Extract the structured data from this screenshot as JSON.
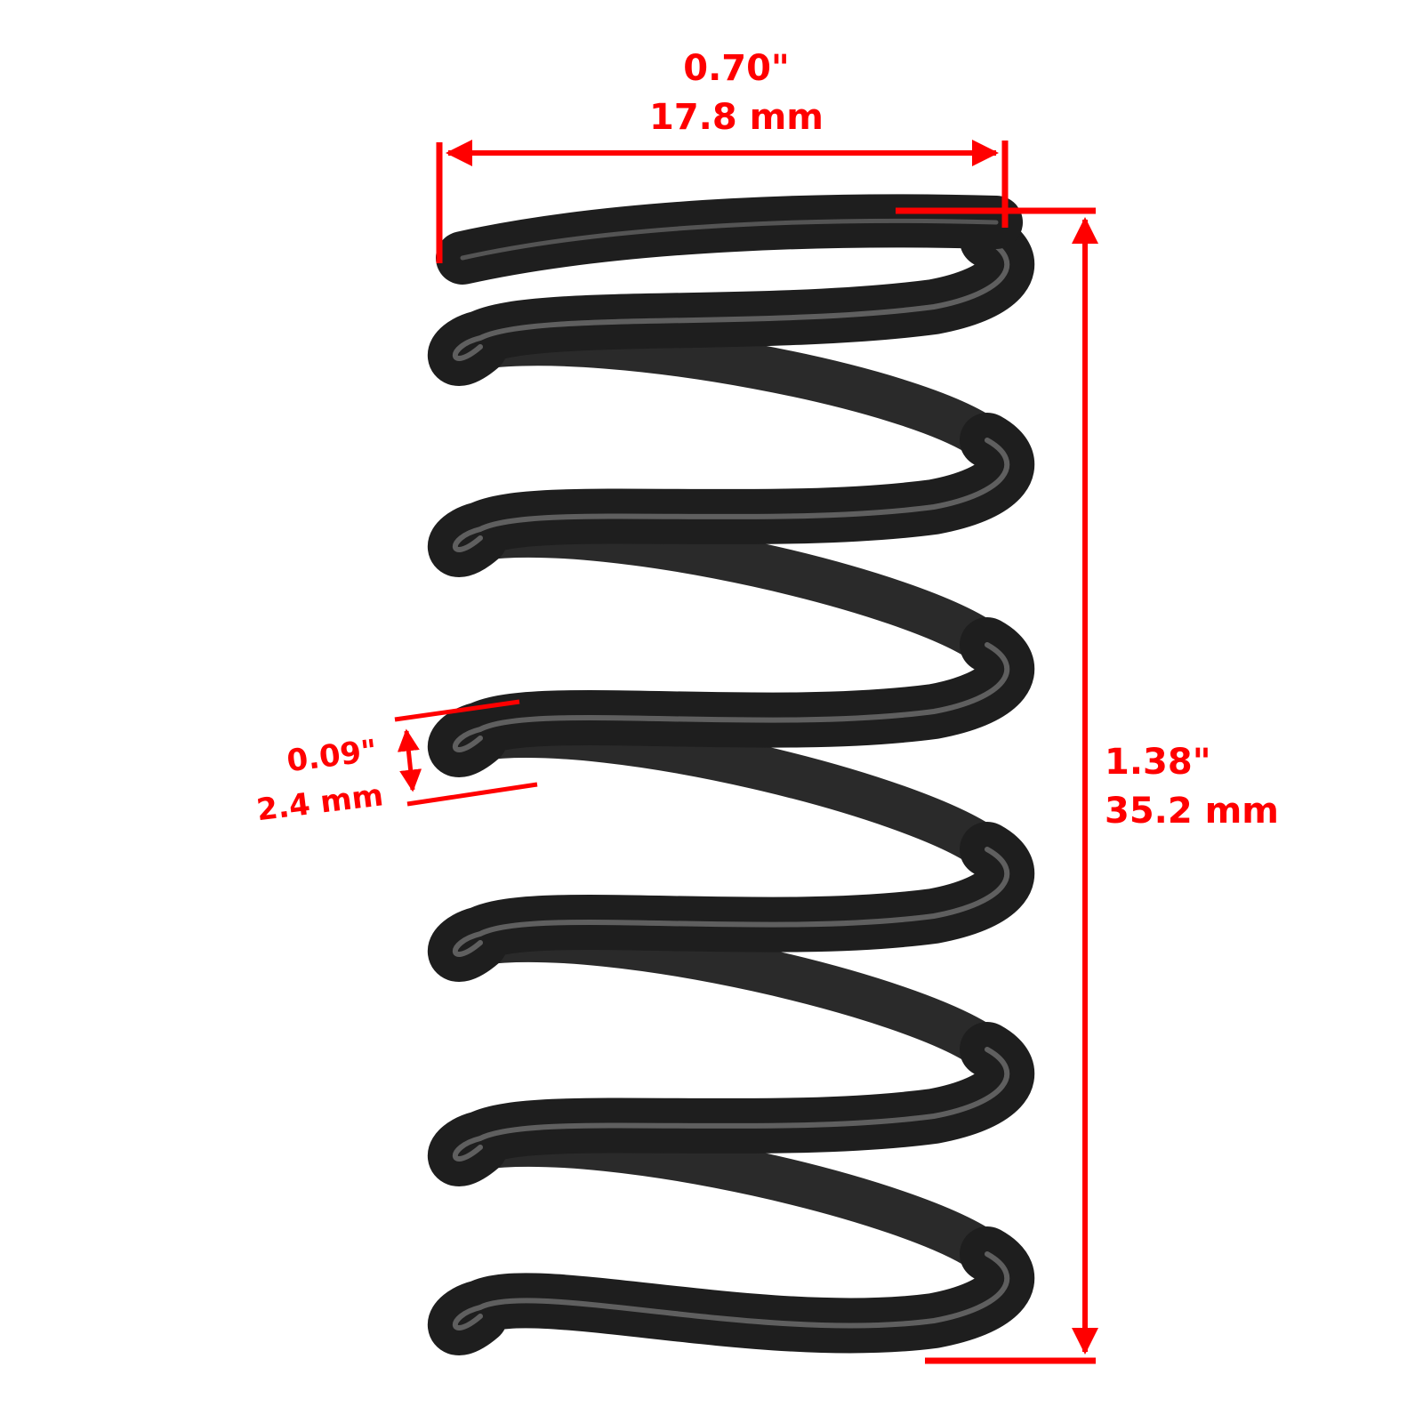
{
  "subject": "coil-spring",
  "accent_color": "#ff0000",
  "spring_color": "#1e1e1e",
  "dimensions": {
    "outer_diameter": {
      "imperial": "0.70\"",
      "metric": "17.8 mm"
    },
    "free_length": {
      "imperial": "1.38\"",
      "metric": "35.2 mm"
    },
    "wire_diameter": {
      "imperial": "0.09\"",
      "metric": "2.4 mm"
    }
  }
}
